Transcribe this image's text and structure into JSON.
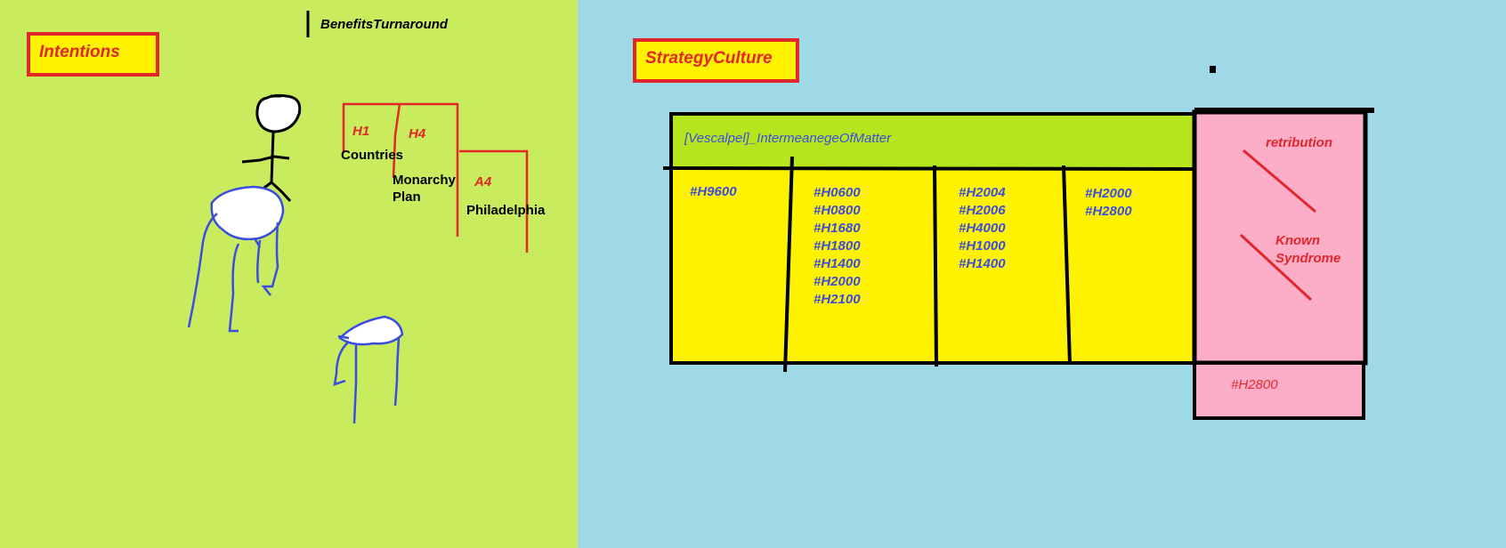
{
  "colors": {
    "left_bg": "#c8ec5e",
    "right_bg": "#9fd9e8",
    "label_fill": "#fff200",
    "label_border": "#e3262a",
    "header_fill": "#b5e61d",
    "pink": "#fcaec9",
    "blue_text": "#3a4de0",
    "red": "#e3262a"
  },
  "left": {
    "title": "Intentions",
    "top_label": "BenefitsTurnaround",
    "labels": {
      "h1": "H1",
      "h4": "H4",
      "a4": "A4",
      "countries": "Countries",
      "monarchy": "Monarchy",
      "plan": "Plan",
      "philadelphia": "Philadelphia"
    }
  },
  "right": {
    "title": "StrategyCulture",
    "table": {
      "header": "[Vescalpel]_IntermeanegeOfMatter",
      "columns": [
        [
          "#H9600"
        ],
        [
          "#H0600",
          "#H0800",
          "#H1680",
          "#H1800",
          "#H1400",
          "#H2000",
          "#H2100"
        ],
        [
          "#H2004",
          "#H2006",
          "#H4000",
          "#H1000",
          "#H1400"
        ],
        [
          "#H2000",
          "#H2800"
        ]
      ]
    },
    "side": {
      "retribution": "retribution",
      "known": "Known",
      "syndrome": "Syndrome",
      "bottom": "#H2800"
    }
  }
}
